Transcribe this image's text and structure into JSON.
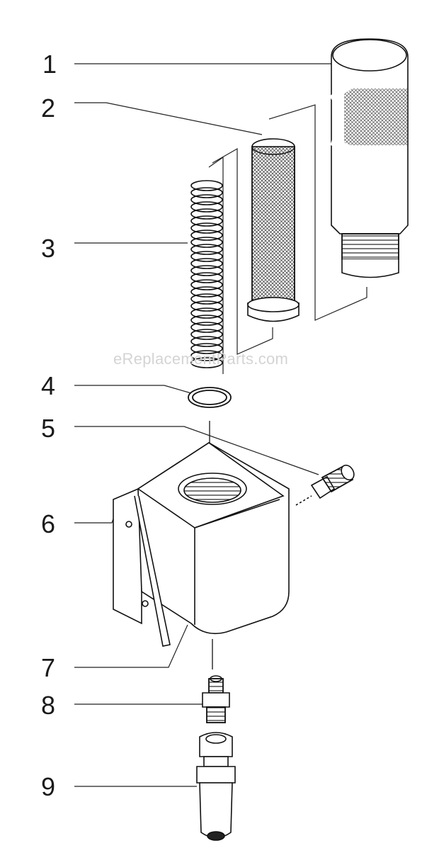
{
  "diagram": {
    "callouts": [
      {
        "id": "1",
        "label": "1"
      },
      {
        "id": "2",
        "label": "2"
      },
      {
        "id": "3",
        "label": "3"
      },
      {
        "id": "4",
        "label": "4"
      },
      {
        "id": "5",
        "label": "5"
      },
      {
        "id": "6",
        "label": "6"
      },
      {
        "id": "7",
        "label": "7"
      },
      {
        "id": "8",
        "label": "8"
      },
      {
        "id": "9",
        "label": "9"
      }
    ],
    "watermark": "eReplacementParts.com"
  }
}
